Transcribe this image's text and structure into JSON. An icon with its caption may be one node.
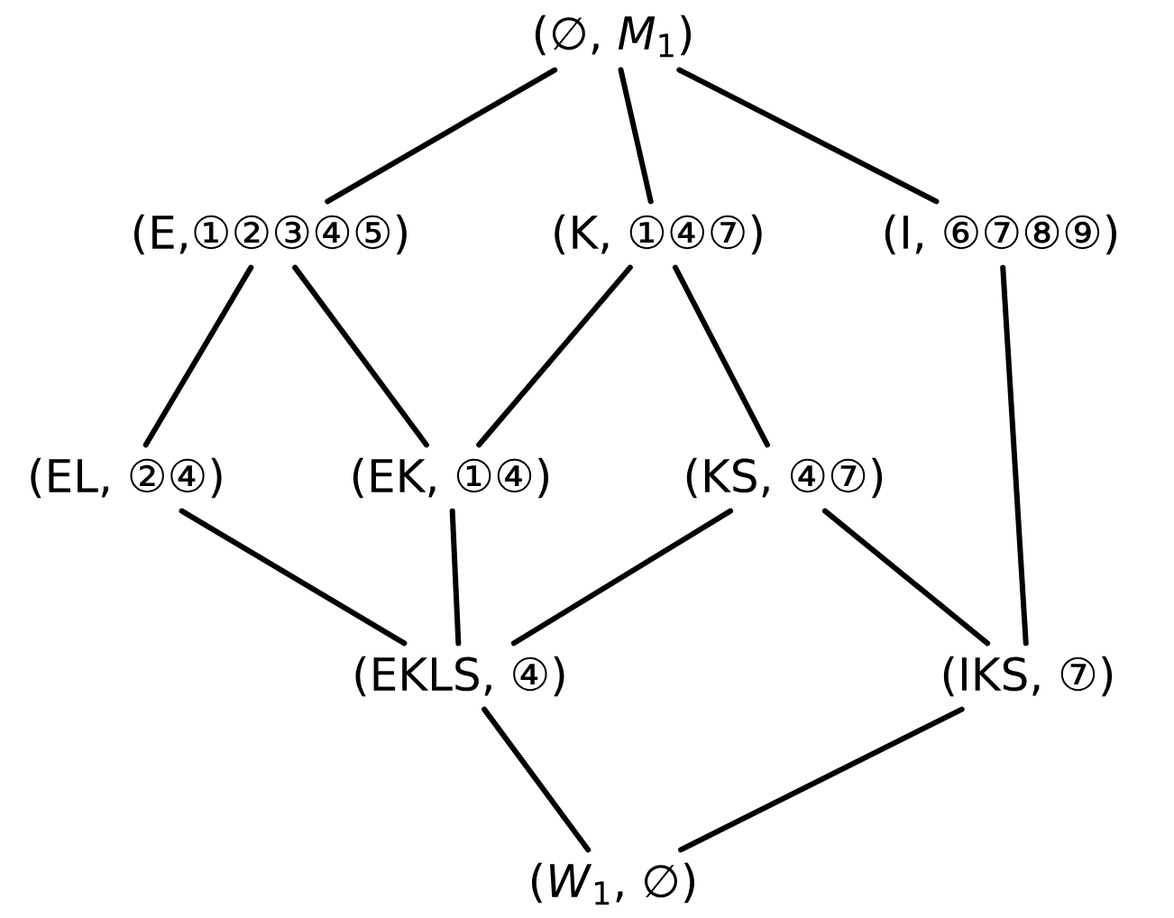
{
  "diagram": {
    "nodes": [
      {
        "text": [
          "(∅, *M*$_{1}$)"
        ]
      },
      {
        "text": [
          "(E,①②③④⑤)"
        ]
      },
      {
        "text": [
          "(K, ①④⑦)"
        ]
      },
      {
        "text": [
          "(I, ⑥⑦⑧⑨)"
        ]
      },
      {
        "text": [
          "(EL, ②④)"
        ]
      },
      {
        "text": [
          "(EK, ①④)"
        ]
      },
      {
        "text": [
          "(KS, ④⑦)"
        ]
      },
      {
        "text": [
          "(EKLS, ④)"
        ]
      },
      {
        "text": [
          "(IKS, ⑦)"
        ]
      },
      {
        "text": [
          "(*W*$_{1}$, ∅)"
        ]
      }
    ],
    "edges": [
      {
        "from": 0,
        "to": 1,
        "arrow": "none"
      },
      {
        "from": 0,
        "to": 2,
        "arrow": "none"
      },
      {
        "from": 0,
        "to": 3,
        "arrow": "none"
      },
      {
        "from": 1,
        "to": 4,
        "arrow": "none"
      },
      {
        "from": 1,
        "to": 5,
        "arrow": "none"
      },
      {
        "from": 2,
        "to": 5,
        "arrow": "none"
      },
      {
        "from": 2,
        "to": 6,
        "arrow": "none"
      },
      {
        "from": 3,
        "to": 8,
        "arrow": "none"
      },
      {
        "from": 4,
        "to": 7,
        "arrow": "none"
      },
      {
        "from": 5,
        "to": 7,
        "arrow": "none"
      },
      {
        "from": 6,
        "to": 7,
        "arrow": "none"
      },
      {
        "from": 6,
        "to": 8,
        "arrow": "none"
      },
      {
        "from": 7,
        "to": 9,
        "arrow": "none"
      },
      {
        "from": 8,
        "to": 9,
        "arrow": "none"
      }
    ]
  }
}
